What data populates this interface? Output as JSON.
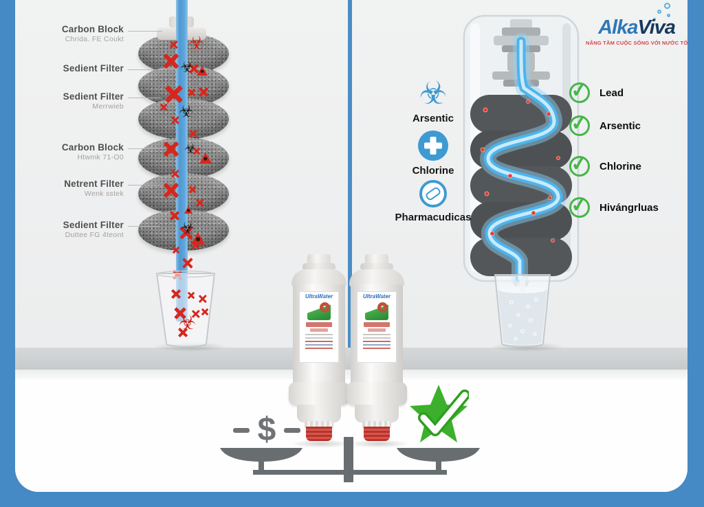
{
  "brand": {
    "name_part1": "Alka",
    "name_part2": "Viva",
    "tagline": "NÂNG TẦM CUỘC SỐNG VỚI NƯỚC TỐT"
  },
  "left_panel": {
    "filter_labels": [
      {
        "title": "Carbon Block",
        "subtitle": "Chrida. FE Coukt"
      },
      {
        "title": "Sedient Filter",
        "subtitle": ""
      },
      {
        "title": "Sedient Filter",
        "subtitle": "Merrwieb"
      },
      {
        "title": "Carbon Block",
        "subtitle": "Htwmk 71-O0"
      },
      {
        "title": "Netrent Filter",
        "subtitle": "Wenk sstek"
      },
      {
        "title": "Sedient Filter",
        "subtitle": "Duttee FG 4teont"
      }
    ]
  },
  "right_panel": {
    "contaminants": [
      {
        "label": "Arsentic",
        "icon": "biohazard-icon"
      },
      {
        "label": "Chlorine",
        "icon": "chlorine-icon"
      },
      {
        "label": "Pharmacudicas",
        "icon": "pharmaceuticals-icon"
      }
    ],
    "removed": [
      {
        "label": "Lead"
      },
      {
        "label": "Arsentic"
      },
      {
        "label": "Chlorine"
      },
      {
        "label": "Hivángrluas"
      }
    ]
  },
  "comparison": {
    "price_symbol": "$",
    "cartridges": [
      {
        "brand_label": "UltraWater"
      },
      {
        "brand_label": "UltraWater"
      }
    ]
  },
  "icons": {
    "biohazard": "☣",
    "check": "✓"
  },
  "colors": {
    "frame_blue": "#4589c5",
    "accent_blue": "#3e9ad2",
    "alert_red": "#d7271d",
    "success_green": "#45b649",
    "logo_navy": "#17395d",
    "logo_blue": "#2e78b8"
  }
}
